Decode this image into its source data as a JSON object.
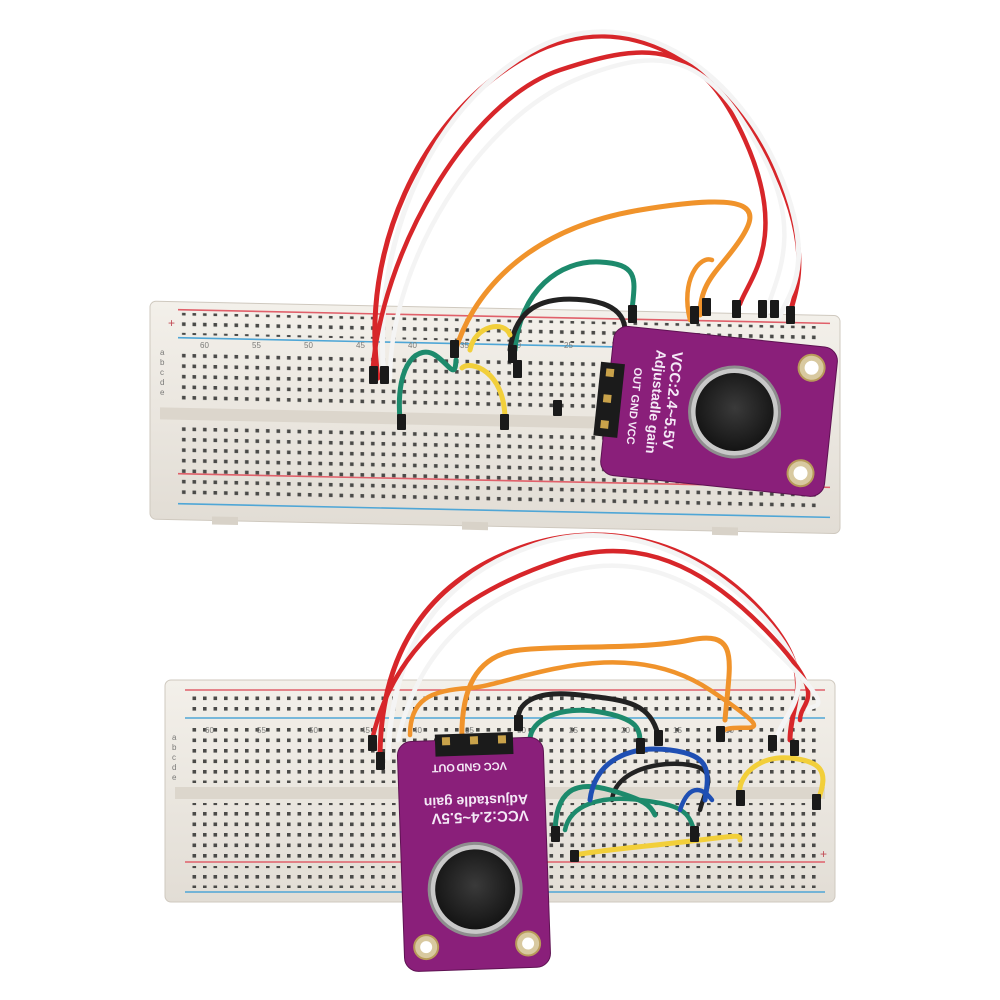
{
  "scene": {
    "background": "#ffffff",
    "breadboard_color": "#eeeae4",
    "hole_color": "#4a4a48",
    "rail_red": "#e0606a",
    "rail_blue": "#4fa6d6",
    "pcb_color": "#8a1f7a",
    "wire_colors": {
      "red": "#d7262a",
      "white": "#f4f4f4",
      "orange": "#f0932b",
      "green": "#1d8a6c",
      "black": "#222222",
      "yellow": "#f2cf3a",
      "blue": "#1f4fb3"
    }
  },
  "top_assembly": {
    "module": {
      "line1": "VCC:2.4~5.5V",
      "line2": "Adjustadle gain",
      "pins": [
        "OUT",
        "GND",
        "VCC"
      ]
    },
    "column_numbers": [
      "60",
      "55",
      "50",
      "45",
      "40",
      "35",
      "30",
      "25"
    ],
    "row_letters": [
      "a",
      "b",
      "c",
      "d",
      "e"
    ],
    "rail_sign": "+"
  },
  "bottom_assembly": {
    "module": {
      "line1": "VCC:2.4~5.5V",
      "line2": "Adjustadle gain",
      "pins": [
        "VCC",
        "GND",
        "OUT"
      ]
    },
    "column_numbers": [
      "60",
      "55",
      "50",
      "45",
      "40",
      "35",
      "30",
      "25",
      "20",
      "15",
      "10"
    ],
    "row_letters": [
      "a",
      "b",
      "c",
      "d",
      "e"
    ],
    "rail_sign": "+"
  }
}
